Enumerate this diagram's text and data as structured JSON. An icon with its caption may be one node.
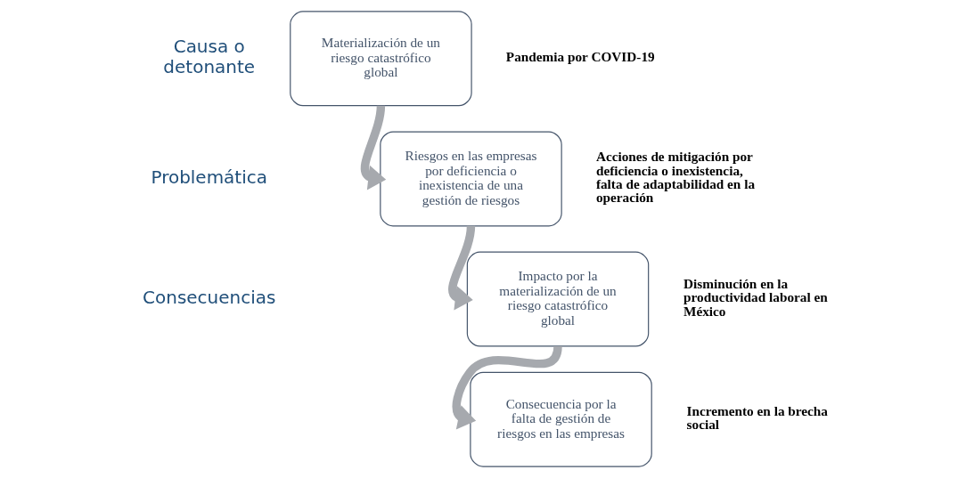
{
  "diagram": {
    "nodes": [
      {
        "text": [
          "Materialización de un riesgo catastrófico global"
        ],
        "beside": [
          "Pandemia por COVID-19"
        ]
      },
      {
        "text": [
          "Riesgos en las empresas por deficiencia o inexistencia de una gestión de riesgos"
        ],
        "beside": [
          "Acciones de mitigación por deficiencia o inexistencia, falta de adaptabilidad en la operación"
        ]
      },
      {
        "text": [
          "Impacto por la materialización de un riesgo catastrófico global"
        ],
        "beside": [
          "Disminución en la productividad laboral en México"
        ]
      },
      {
        "text": [
          "Consecuencia por la falta de gestión de riesgos en las empresas"
        ],
        "beside": [
          "Incremento en la brecha social"
        ]
      }
    ],
    "edges": [
      {
        "from": 0,
        "to": 1,
        "arrow": "to"
      },
      {
        "from": 1,
        "to": 2,
        "arrow": "to"
      },
      {
        "from": 2,
        "to": 3,
        "arrow": "to"
      }
    ],
    "labels": [
      "Causa o detonante",
      "Problemática",
      "Consecuencias"
    ]
  }
}
